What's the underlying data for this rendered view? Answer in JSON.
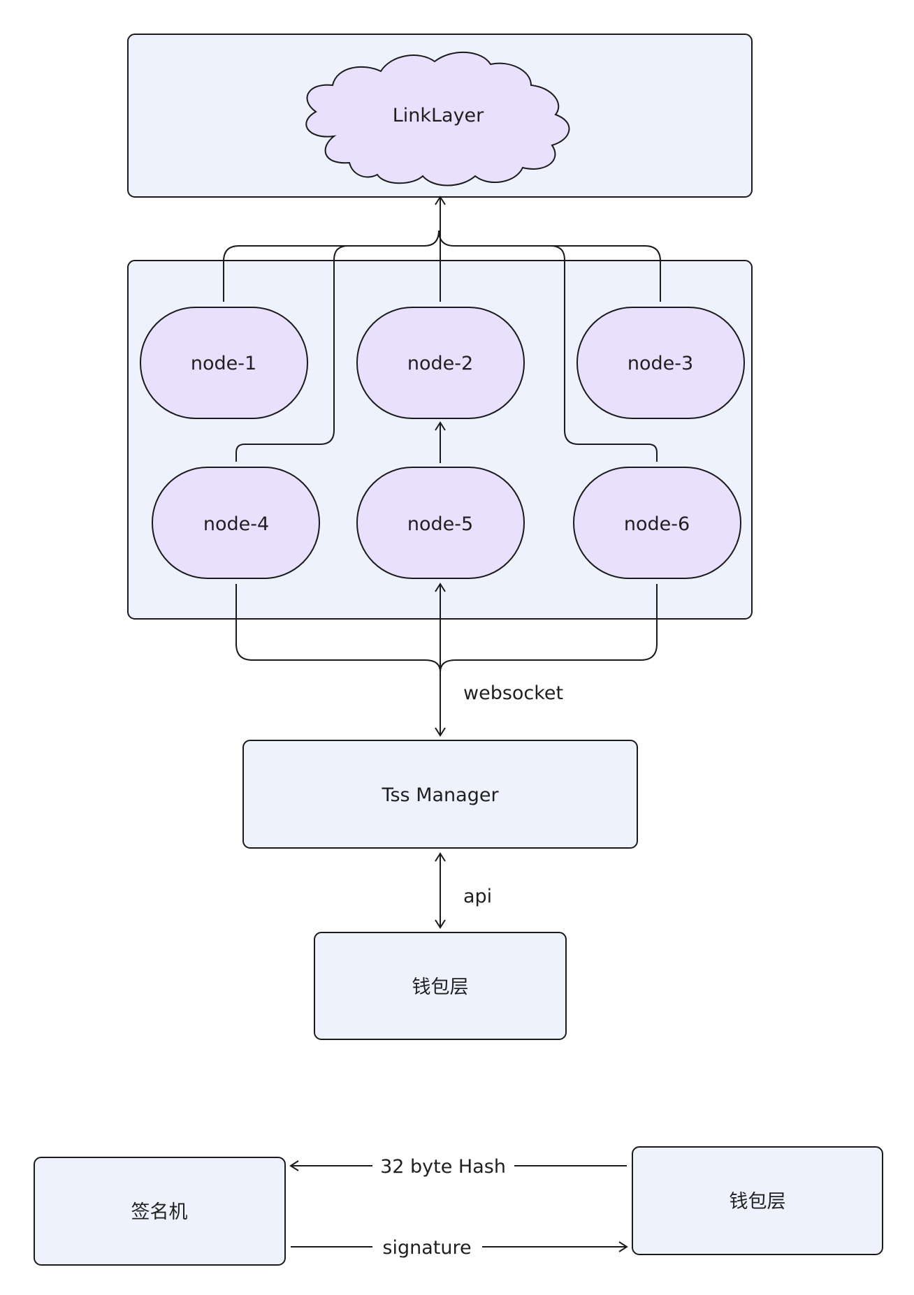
{
  "diagram": {
    "cloud_label": "LinkLayer",
    "nodes": [
      "node-1",
      "node-2",
      "node-3",
      "node-4",
      "node-5",
      "node-6"
    ],
    "websocket_label": "websocket",
    "manager_label": "Tss Manager",
    "api_label": "api",
    "wallet_label": "钱包层",
    "signer_label": "签名机",
    "wallet2_label": "钱包层",
    "hash_label": "32 byte Hash",
    "signature_label": "signature"
  },
  "colors": {
    "box_fill": "#eef2fd",
    "node_fill": "#e8e0fc",
    "stroke": "#1a1a1a"
  }
}
